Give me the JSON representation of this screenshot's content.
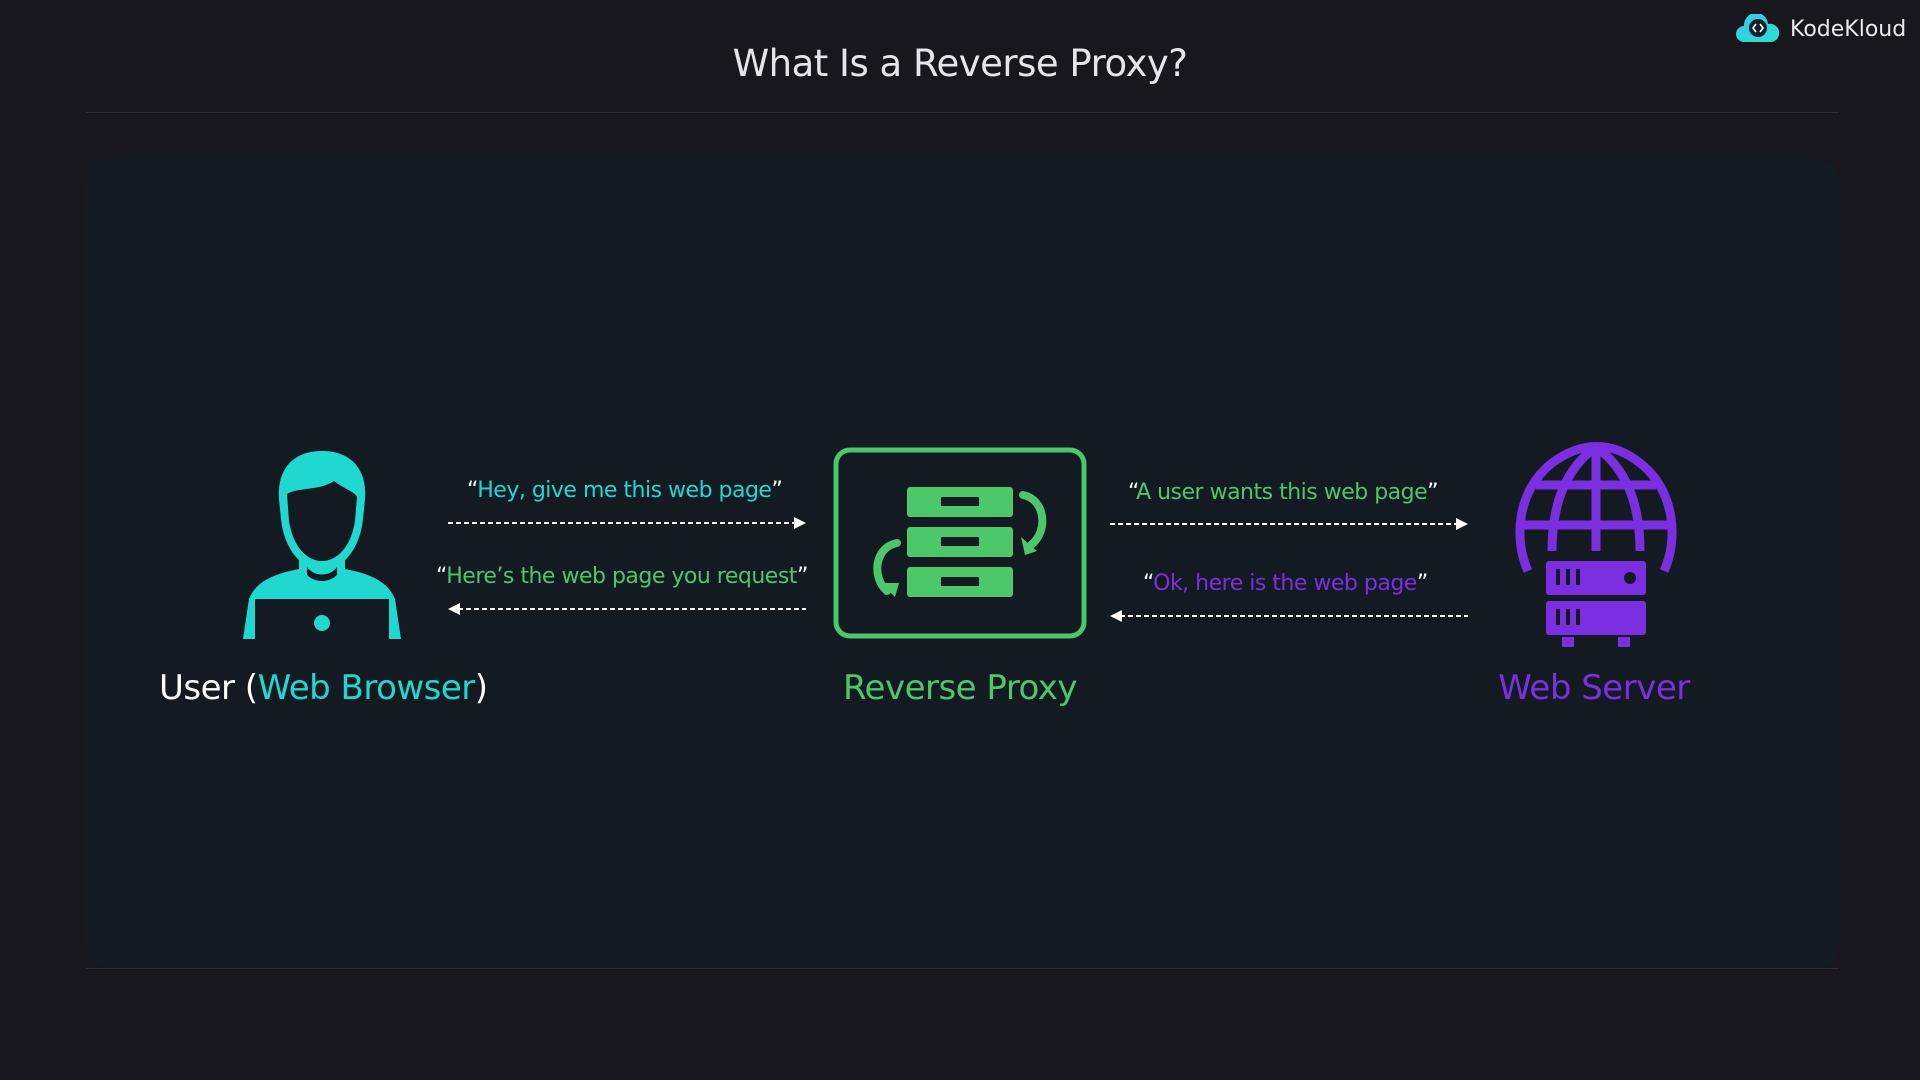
{
  "title": "What Is a Reverse Proxy?",
  "brand": {
    "name": "KodeKloud"
  },
  "colors": {
    "cyan": "#1fd8d0",
    "green": "#4cc76a",
    "purple": "#7b2fe0",
    "white": "#ffffff"
  },
  "user": {
    "label_prefix": "User (",
    "label_highlight": "Web Browser",
    "label_suffix": ")"
  },
  "proxy": {
    "label": "Reverse Proxy"
  },
  "server": {
    "label": "Web Server"
  },
  "messages": {
    "request_to_proxy": "Hey, give me this web page",
    "response_to_user": "Here’s the web page you request",
    "request_to_server": "A user wants this web page",
    "response_to_proxy": "Ok, here is the web page"
  },
  "quote_open": "“",
  "quote_close": "”"
}
